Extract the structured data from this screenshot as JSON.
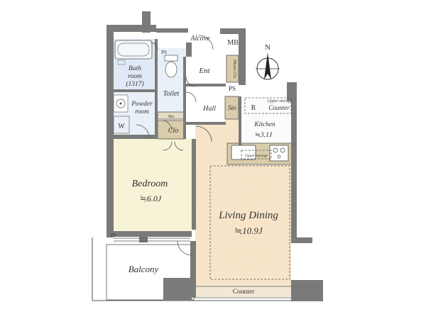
{
  "rooms": {
    "alcove": "Alcove",
    "mb": "MB",
    "ps_top": "PS",
    "bathroom_line1": "Bath",
    "bathroom_line2": "room",
    "bathroom_line3": "(1317)",
    "toilet": "Toilet",
    "powder_line1": "Powder",
    "powder_line2": "room",
    "w": "W",
    "sto_small": "Sto",
    "clo": "Clo",
    "ent": "Ent",
    "shoes_clo": "Shoes Clo",
    "ps_mid": "PS",
    "hall": "Hall",
    "sto_hall": "Sto",
    "r": "R",
    "upper_storage_top": "Upper storage",
    "counter_kitchen": "Counter",
    "kitchen": "Kitchen",
    "kitchen_size": "≒3.1J",
    "upper_storage_kitchen": "Upper storage",
    "bedroom": "Bedroom",
    "bedroom_size": "≒6.0J",
    "living_dining": "Living Dining",
    "living_size": "≒10.9J",
    "ps_balcony": "PS",
    "balcony": "Balcony",
    "counter_bottom": "Counter"
  },
  "compass": {
    "north": "N"
  },
  "colors": {
    "bedroom_floor": "#f7f3d6",
    "living_floor": "#f8e6cc",
    "bath_floor": "#dfeaf6",
    "storage": "#d8ccaa",
    "wall": "#7a7a7a"
  }
}
